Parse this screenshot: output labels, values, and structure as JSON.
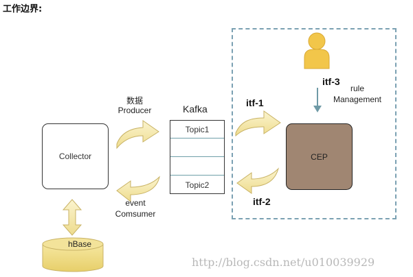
{
  "heading": "工作边界:",
  "collector": {
    "label": "Collector"
  },
  "kafka": {
    "title": "Kafka",
    "topics": [
      "Topic1",
      "",
      "",
      "Topic2"
    ]
  },
  "cep": {
    "label": "CEP"
  },
  "hbase": {
    "label": "hBase"
  },
  "labels": {
    "producer_line1": "数据",
    "producer_line2": "Producer",
    "consumer_line1": "event",
    "consumer_line2": "Comsumer",
    "itf1": "itf-1",
    "itf2": "itf-2",
    "itf3": "itf-3",
    "rule_line1": "rule",
    "rule_line2": "Management"
  },
  "watermark": "http://blog.csdn.net/u010039929",
  "colors": {
    "arrow_fill": "#f5e9a8",
    "arrow_stroke": "#c8b264",
    "cep_fill": "#a08672",
    "dashed_border": "#7aa0b2",
    "user_icon": "#f2c64a",
    "down_arrow": "#6f9aa6"
  }
}
